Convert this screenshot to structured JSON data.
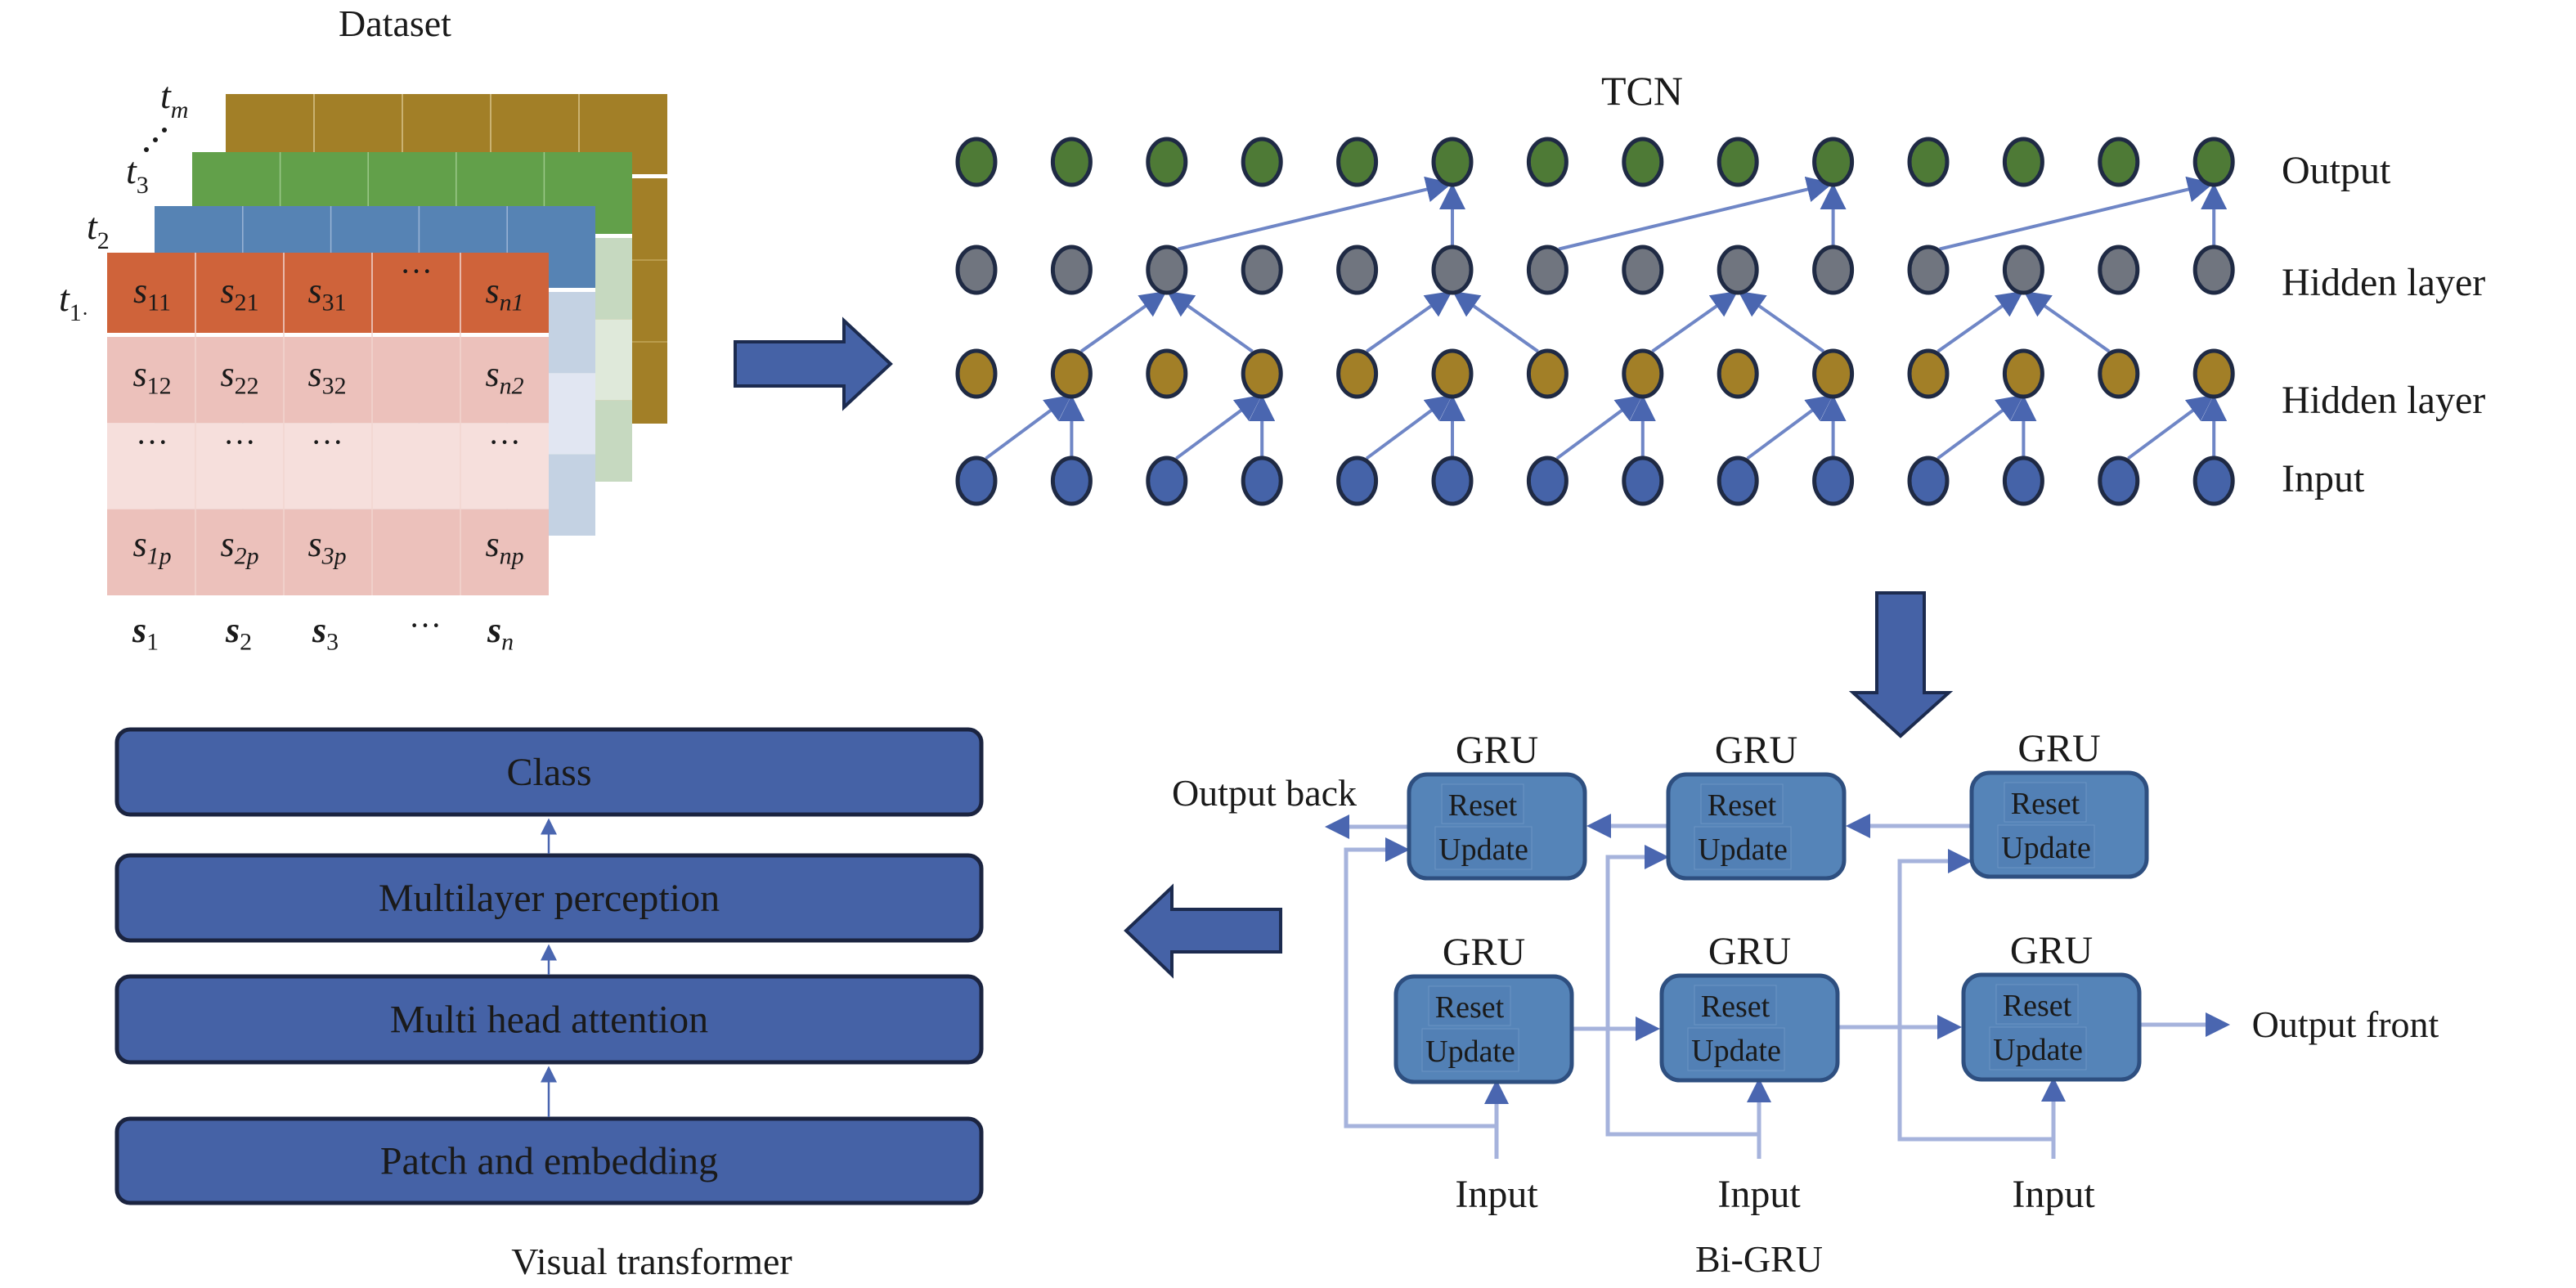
{
  "dataset": {
    "title": "Dataset",
    "layer_labels": [
      {
        "base": "t",
        "sub": "1",
        "suffix": "·"
      },
      {
        "base": "t",
        "sub": "2",
        "suffix": ""
      },
      {
        "base": "t",
        "sub": "3",
        "suffix": ""
      },
      {
        "base": "t",
        "sub": "m",
        "suffix": ""
      }
    ],
    "layer_colors": {
      "t1_header": "#cf633a",
      "t1_body_dark": "#ecc1bb",
      "t1_body_light": "#f6dfdc",
      "t2_header": "#5683b4",
      "t2_body_dark": "#c4d2e3",
      "t2_body_light": "#e1e6f2",
      "t3_header": "#62a04a",
      "t3_body_dark": "#c6d9c0",
      "t3_body_light": "#dfe9da",
      "tm_header": "#a27f27"
    },
    "matrix": {
      "header_row": [
        {
          "base": "s",
          "sub": "11"
        },
        {
          "base": "s",
          "sub": "21"
        },
        {
          "base": "s",
          "sub": "31"
        },
        {
          "base": "···",
          "sub": ""
        },
        {
          "base": "s",
          "sub": "n1"
        }
      ],
      "rows": [
        [
          {
            "base": "s",
            "sub": "12"
          },
          {
            "base": "s",
            "sub": "22"
          },
          {
            "base": "s",
            "sub": "32"
          },
          {
            "base": "",
            "sub": ""
          },
          {
            "base": "s",
            "sub": "n2"
          }
        ],
        [
          {
            "base": "···",
            "sub": ""
          },
          {
            "base": "···",
            "sub": ""
          },
          {
            "base": "···",
            "sub": ""
          },
          {
            "base": "",
            "sub": ""
          },
          {
            "base": "···",
            "sub": ""
          }
        ],
        [
          {
            "base": "s",
            "sub": "1p"
          },
          {
            "base": "s",
            "sub": "2p"
          },
          {
            "base": "s",
            "sub": "3p"
          },
          {
            "base": "",
            "sub": ""
          },
          {
            "base": "s",
            "sub": "np"
          }
        ]
      ],
      "column_labels": [
        {
          "base": "s",
          "sub": "1"
        },
        {
          "base": "s",
          "sub": "2"
        },
        {
          "base": "s",
          "sub": "3"
        },
        {
          "base": "···",
          "sub": ""
        },
        {
          "base": "s",
          "sub": "n"
        }
      ]
    }
  },
  "tcn": {
    "title": "TCN",
    "columns": 14,
    "layers": [
      {
        "label": "Output",
        "color": "#4e7a36"
      },
      {
        "label": "Hidden layer",
        "color": "#70757f"
      },
      {
        "label": "Hidden layer",
        "color": "#a27f27"
      },
      {
        "label": "Input",
        "color": "#4563a8"
      }
    ],
    "edges": {
      "input_to_hidden2": [
        [
          0,
          1
        ],
        [
          1,
          1
        ],
        [
          2,
          3
        ],
        [
          3,
          3
        ],
        [
          4,
          5
        ],
        [
          5,
          5
        ],
        [
          6,
          7
        ],
        [
          7,
          7
        ],
        [
          8,
          9
        ],
        [
          9,
          9
        ],
        [
          10,
          11
        ],
        [
          11,
          11
        ],
        [
          12,
          13
        ],
        [
          13,
          13
        ]
      ],
      "hidden2_to_hidden1": [
        [
          1,
          2
        ],
        [
          3,
          2
        ],
        [
          4,
          5
        ],
        [
          6,
          5
        ],
        [
          7,
          8
        ],
        [
          9,
          8
        ],
        [
          10,
          11
        ],
        [
          12,
          11
        ]
      ],
      "hidden1_to_output": [
        [
          2,
          5
        ],
        [
          5,
          5
        ],
        [
          6,
          9
        ],
        [
          9,
          9
        ],
        [
          10,
          13
        ],
        [
          13,
          13
        ]
      ]
    },
    "edge_color": "#6f86c6",
    "node_stroke": "#1f2a44"
  },
  "bigru": {
    "title": "Bi-GRU",
    "cell_label": "GRU",
    "reset_label": "Reset",
    "update_label": "Update",
    "output_back": "Output back",
    "output_front": "Output front",
    "inputs": [
      "Input",
      "Input",
      "Input"
    ],
    "box_fill": "#5584b8",
    "box_stroke": "#2e4f80",
    "line_color": "#a6b3dc"
  },
  "transformer": {
    "title": "Visual transformer",
    "blocks": [
      "Class",
      "Multilayer perception",
      "Multi head attention",
      "Patch and embedding"
    ],
    "block_fill": "#4562a6",
    "block_stroke": "#1b2440"
  },
  "flow_arrows": {
    "fill": "#4562a6",
    "stroke": "#1c2b4f"
  }
}
